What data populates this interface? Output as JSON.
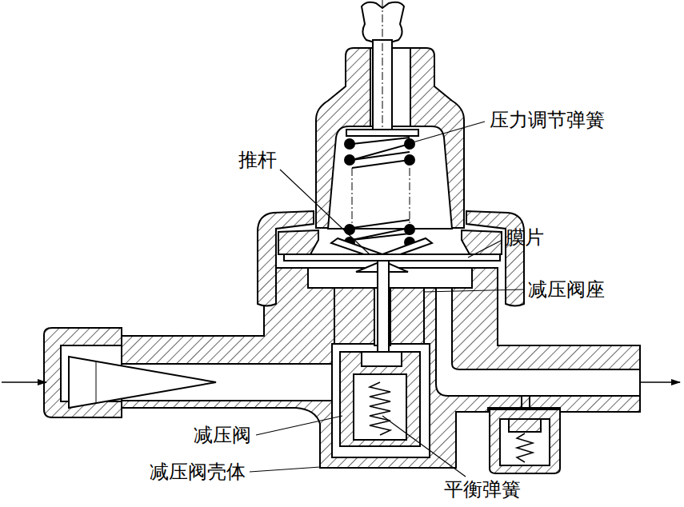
{
  "diagram": {
    "labels": [
      "压力调节弹簧",
      "推杆",
      "膜片",
      "减压阀座",
      "减压阀",
      "减压阀壳体",
      "平衡弹簧"
    ]
  }
}
